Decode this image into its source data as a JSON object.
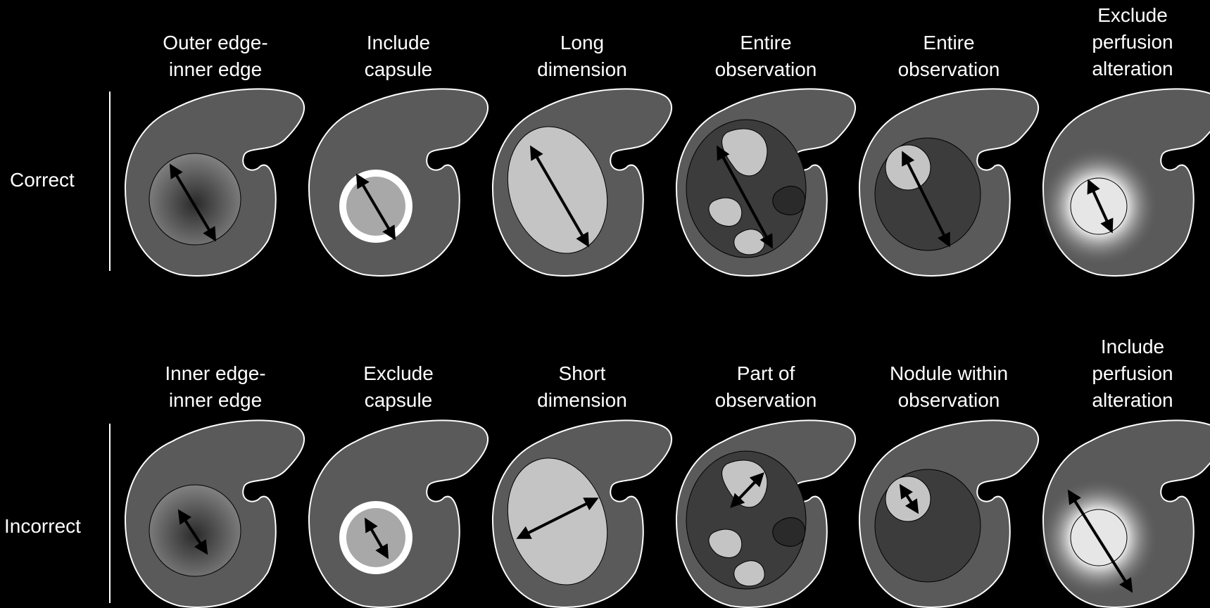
{
  "rows": {
    "correct": {
      "label": "Correct",
      "columns": [
        "Outer edge-\ninner edge",
        "Include\ncapsule",
        "Long\ndimension",
        "Entire\nobservation",
        "Entire\nobservation",
        "Exclude\nperfusion\nalteration"
      ]
    },
    "incorrect": {
      "label": "Incorrect",
      "columns": [
        "Inner edge-\ninner edge",
        "Exclude\ncapsule",
        "Short\ndimension",
        "Part of\nobservation",
        "Nodule within\nobservation",
        "Include\nperfusion\nalteration"
      ]
    }
  },
  "colors": {
    "background": "#000000",
    "liver": "#5a5a5a",
    "lesion_light": "#c4c4c4",
    "lesion_dark": "#3c3c3c",
    "outline": "#ffffff",
    "arrow": "#000000"
  }
}
